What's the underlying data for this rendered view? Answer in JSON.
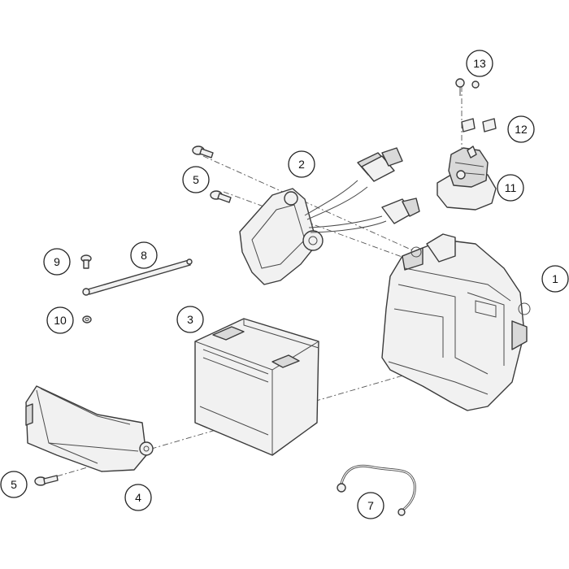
{
  "callouts": [
    {
      "id": "c1",
      "label": "1"
    },
    {
      "id": "c2",
      "label": "2"
    },
    {
      "id": "c3",
      "label": "3"
    },
    {
      "id": "c4",
      "label": "4"
    },
    {
      "id": "c5a",
      "label": "5"
    },
    {
      "id": "c5b",
      "label": "5"
    },
    {
      "id": "c7",
      "label": "7"
    },
    {
      "id": "c8",
      "label": "8"
    },
    {
      "id": "c9",
      "label": "9"
    },
    {
      "id": "c10",
      "label": "10"
    },
    {
      "id": "c11",
      "label": "11"
    },
    {
      "id": "c12",
      "label": "12"
    },
    {
      "id": "c13",
      "label": "13"
    }
  ],
  "colors": {
    "line": "#3a3a3a",
    "fill": "#f1f1f1",
    "background": "#ffffff"
  }
}
